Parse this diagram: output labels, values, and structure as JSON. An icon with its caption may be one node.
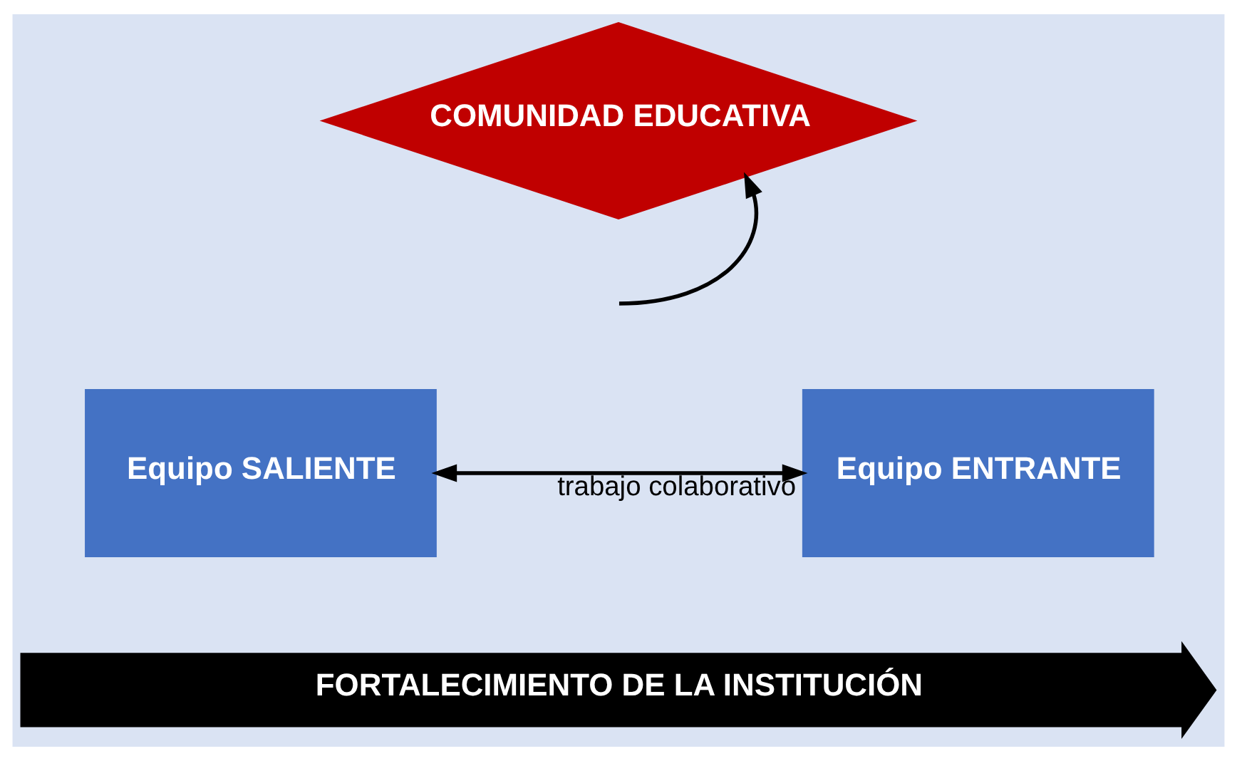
{
  "diagram": {
    "nodes": [
      {
        "text": [
          "COMUNIDAD EDUCATIVA"
        ]
      },
      {
        "text": [
          "Equipo SALIENTE"
        ]
      },
      {
        "text": [
          "Equipo ENTRANTE"
        ]
      },
      {
        "text": [
          "FORTALECIMIENTO DE LA INSTITUCIÓN"
        ]
      }
    ],
    "edges": [
      {
        "from": 1,
        "to": 2,
        "arrow": "both",
        "label": "trabajo colaborativo"
      },
      {
        "from": null,
        "to": 0,
        "arrow": "to"
      }
    ]
  }
}
